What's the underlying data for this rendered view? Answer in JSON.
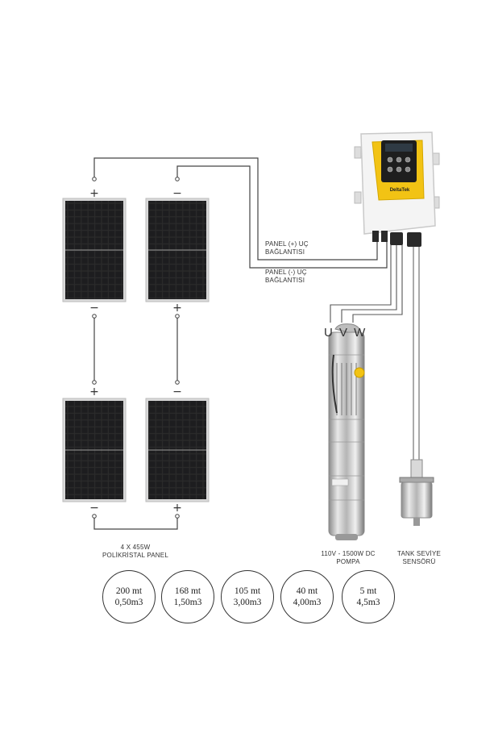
{
  "panels": {
    "symbols": {
      "plus": "+",
      "minus": "−"
    },
    "caption_line1": "4 X 455W",
    "caption_line2": "POLİKRİSTAL PANEL"
  },
  "controller": {
    "brand": "DeltaTek"
  },
  "connections": {
    "positive_line1": "PANEL (+) UÇ",
    "positive_line2": "BAĞLANTISI",
    "negative_line1": "PANEL (-) UÇ",
    "negative_line2": "BAĞLANTISI"
  },
  "pump": {
    "phases": "U V W",
    "label_line1": "110V - 1500W DC",
    "label_line2": "POMPA"
  },
  "sensor": {
    "label_line1": "TANK SEVİYE",
    "label_line2": "SENSÖRÜ"
  },
  "performance": [
    {
      "head": "200 mt",
      "flow": "0,50m3"
    },
    {
      "head": "168 mt",
      "flow": "1,50m3"
    },
    {
      "head": "105 mt",
      "flow": "3,00m3"
    },
    {
      "head": "40 mt",
      "flow": "4,00m3"
    },
    {
      "head": "5 mt",
      "flow": "4,5m3"
    }
  ]
}
